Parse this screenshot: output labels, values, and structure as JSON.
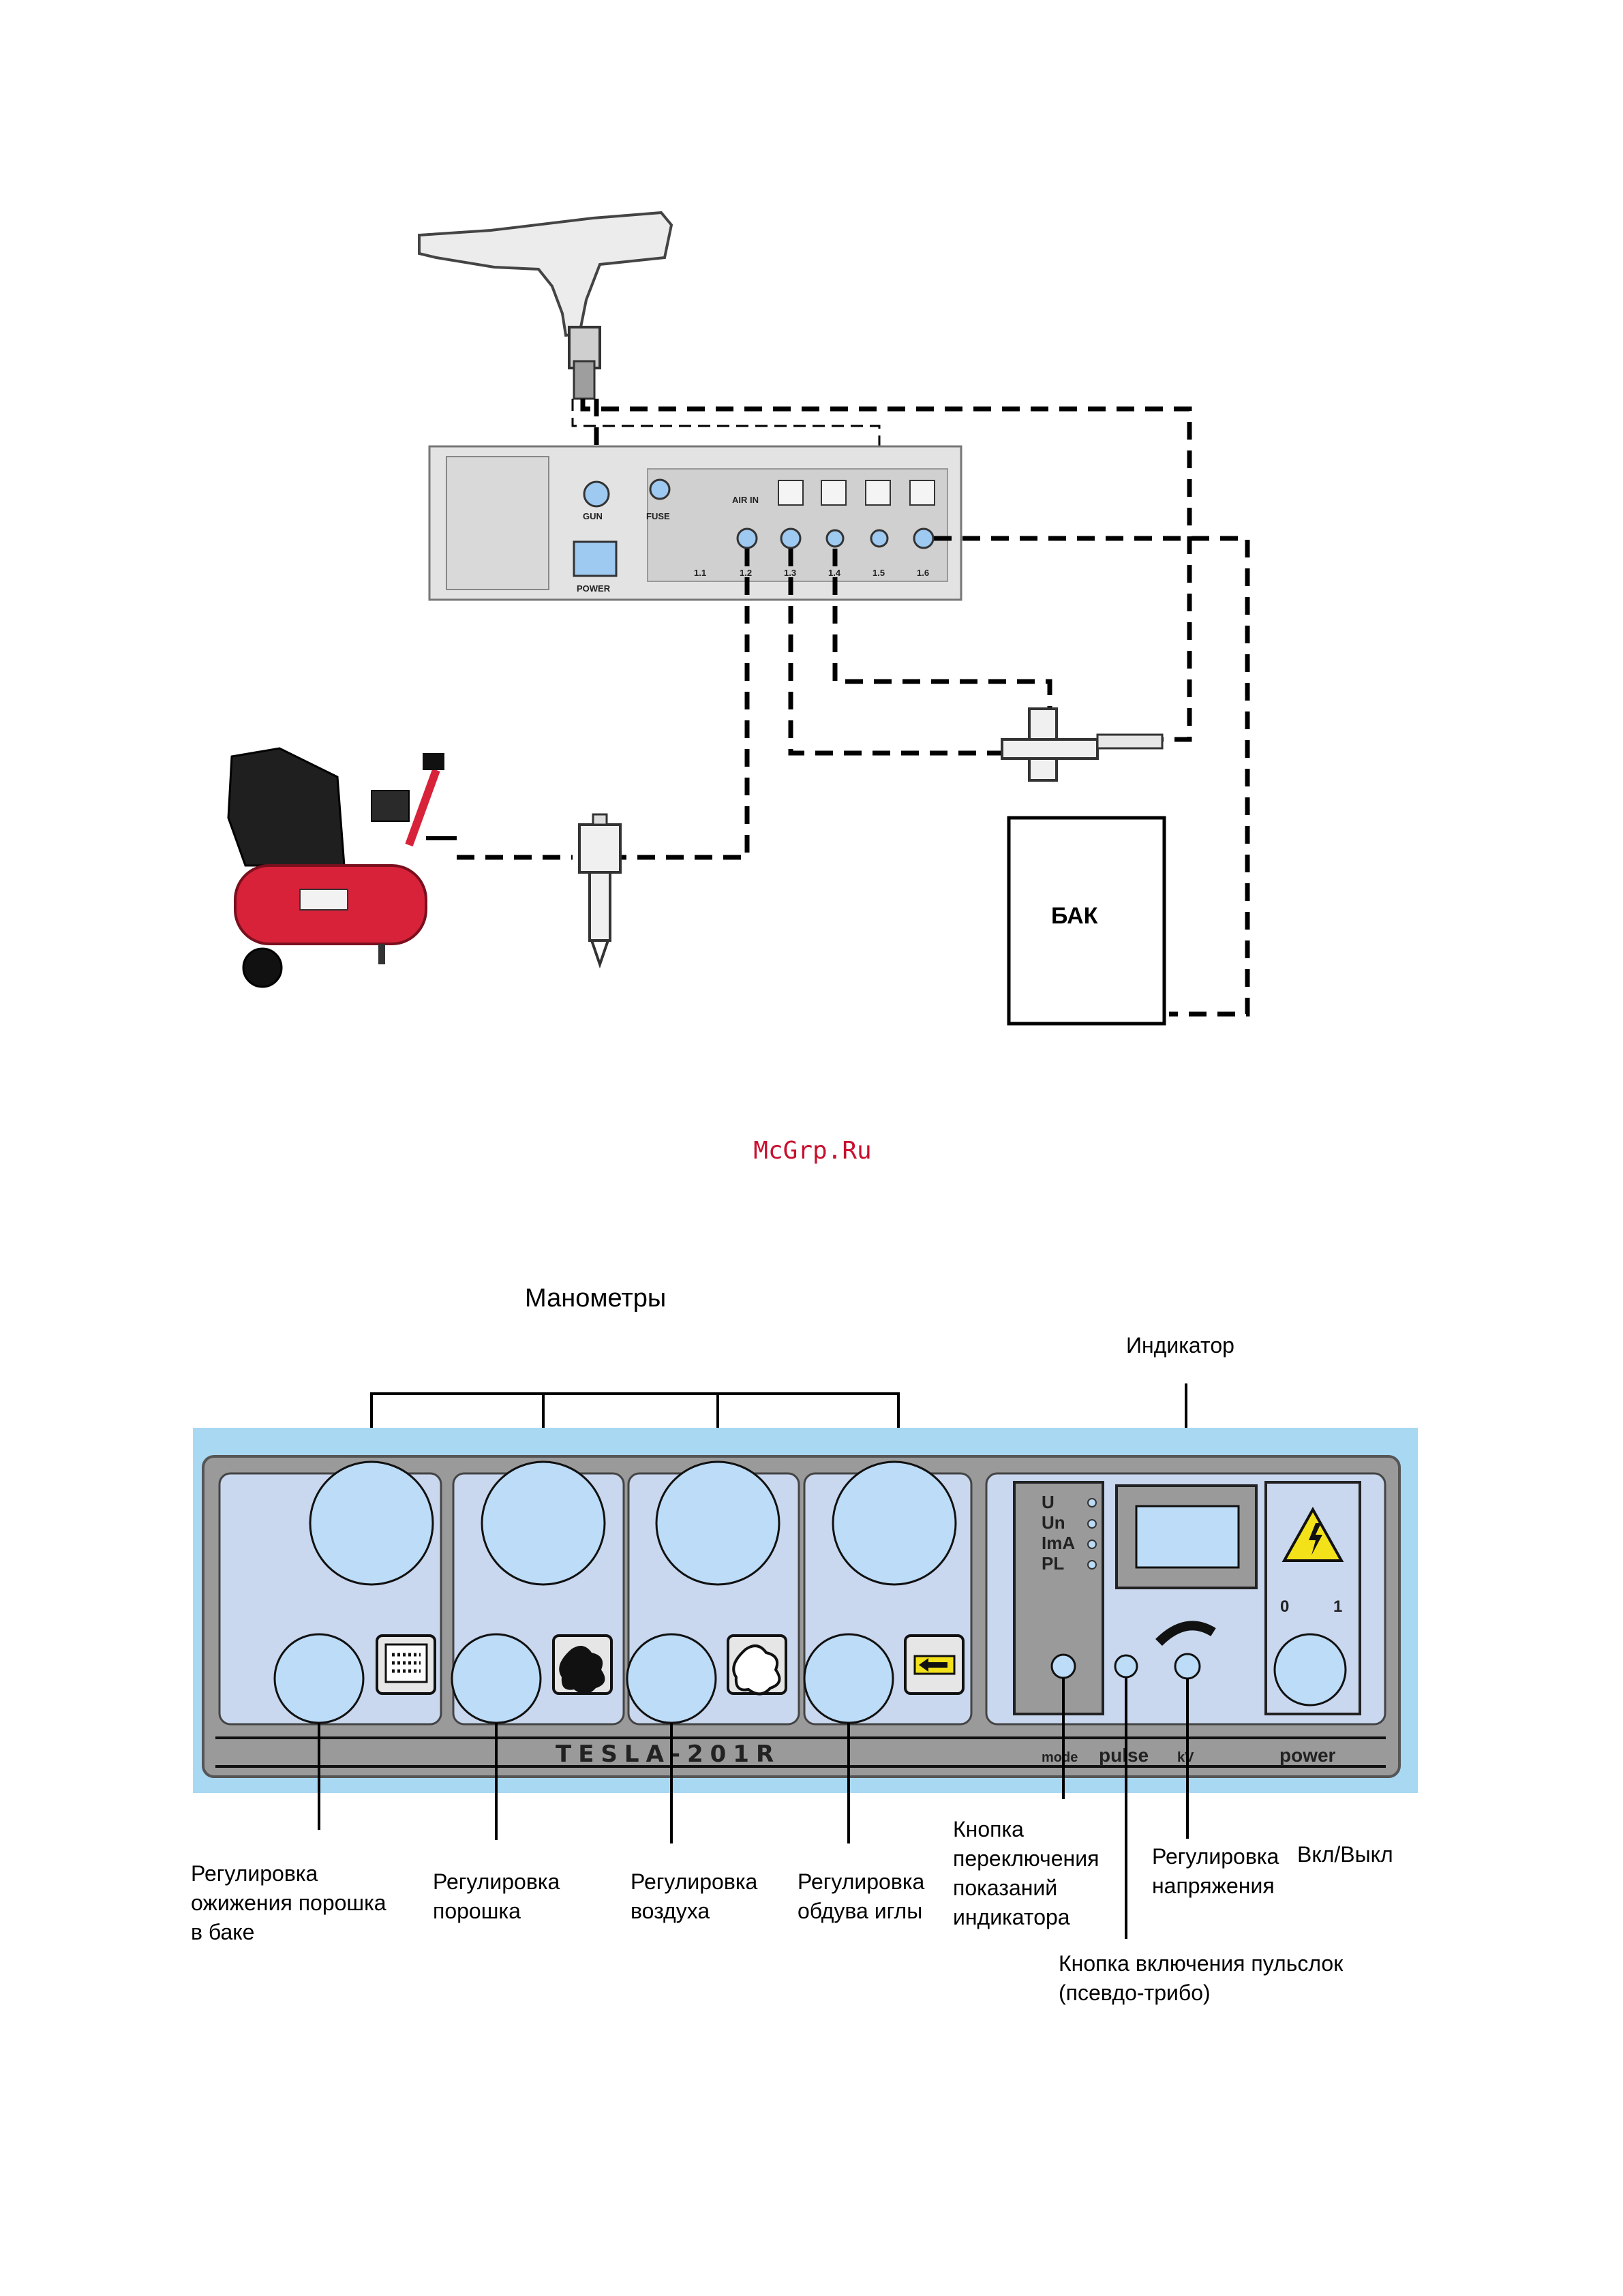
{
  "watermark": "McGrp.Ru",
  "top_diagram": {
    "tank_label": "БАК",
    "unit_panel": {
      "gun_label": "GUN",
      "fuse_label": "FUSE",
      "power_label": "POWER",
      "air_in_label": "AIR IN",
      "port_labels": [
        "1.1",
        "1.2",
        "1.3",
        "1.4",
        "1.5",
        "1.6"
      ]
    }
  },
  "bottom_diagram": {
    "manometers_label": "Манометры",
    "indicator_label": "Индикатор",
    "panel": {
      "model": "TESLA-201R",
      "led_labels": [
        "U",
        "Un",
        "ImA",
        "PL"
      ],
      "mode_label": "mode",
      "pulse_label": "pulse",
      "kv_label": "kV",
      "power_label": "power",
      "switch_off": "0",
      "switch_on": "1"
    },
    "callouts": {
      "fluidization": [
        "Регулировка",
        "ожижения порошка",
        "в баке"
      ],
      "powder": [
        "Регулировка",
        "порошка"
      ],
      "air": [
        "Регулировка",
        "воздуха"
      ],
      "needle": [
        "Регулировка",
        "обдува иглы"
      ],
      "mode_button": [
        "Кнопка",
        "переключения",
        "показаний",
        "индикатора"
      ],
      "voltage": [
        "Регулировка",
        "напряжения"
      ],
      "power_switch": [
        "Вкл/Выкл"
      ],
      "pulse_button": [
        "Кнопка включения пульслок",
        "(псевдо-трибо)"
      ]
    }
  },
  "colors": {
    "panel_blue": "#bcdcf7",
    "panel_grey": "#9a9a9a",
    "compressor_red": "#d8223a",
    "watermark_red": "#c8102e"
  }
}
